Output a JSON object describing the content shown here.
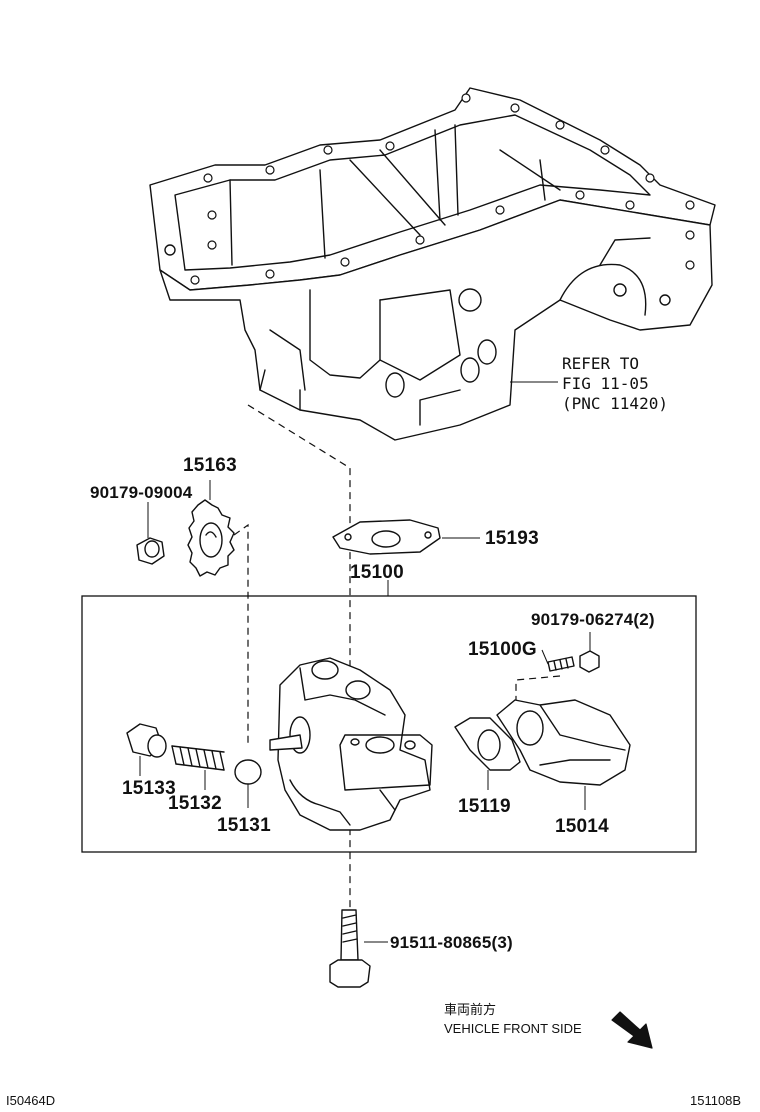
{
  "callouts": {
    "p15163": "15163",
    "p9017909004": "90179-09004",
    "p15193": "15193",
    "p15100": "15100",
    "p9017906274": "90179-06274(2)",
    "p15100g": "15100G",
    "p15133": "15133",
    "p15132": "15132",
    "p15131": "15131",
    "p15119": "15119",
    "p15014": "15014",
    "p9151180865": "91511-80865(3)"
  },
  "refer_note": {
    "line1": "REFER TO",
    "line2": "FIG 11-05",
    "line3": "(PNC 11420)"
  },
  "direction": {
    "japanese": "車両前方",
    "english": "VEHICLE FRONT SIDE"
  },
  "footer": {
    "left_code": "I50464D",
    "right_code": "151108B"
  },
  "icons": {
    "direction_arrow": "arrow-down-right-icon"
  }
}
